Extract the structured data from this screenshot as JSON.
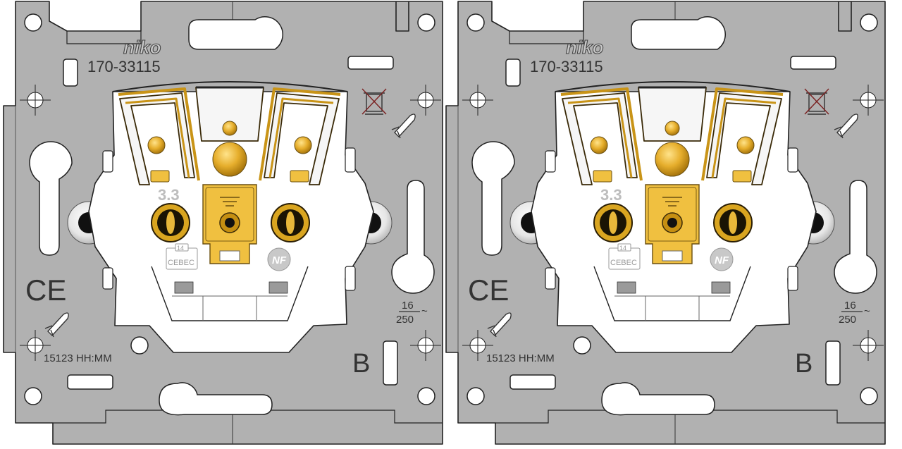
{
  "modules": [
    {
      "brand": "niko",
      "model": "170-33115",
      "voltage_mark": "3.3",
      "cebec_number": "14",
      "cebec_label": "CEBEC",
      "nf_label": "NF",
      "ce_label": "CE",
      "rating_top": "16",
      "rating_bottom": "250",
      "rating_suffix": "~",
      "date_code": "15123 HH:MM",
      "version_letter": "B"
    },
    {
      "brand": "niko",
      "model": "170-33115",
      "voltage_mark": "3.3",
      "cebec_number": "14",
      "cebec_label": "CEBEC",
      "nf_label": "NF",
      "ce_label": "CE",
      "rating_top": "16",
      "rating_bottom": "250",
      "rating_suffix": "~",
      "date_code": "15123 HH:MM",
      "version_letter": "B"
    }
  ],
  "colors": {
    "frame": "#b1b1b1",
    "frame_stroke": "#222222",
    "body": "#ffffff",
    "brass": "#d9a520",
    "brass_dark": "#6a4f10",
    "earth_clip": "#f0c040",
    "text": "#333333"
  }
}
